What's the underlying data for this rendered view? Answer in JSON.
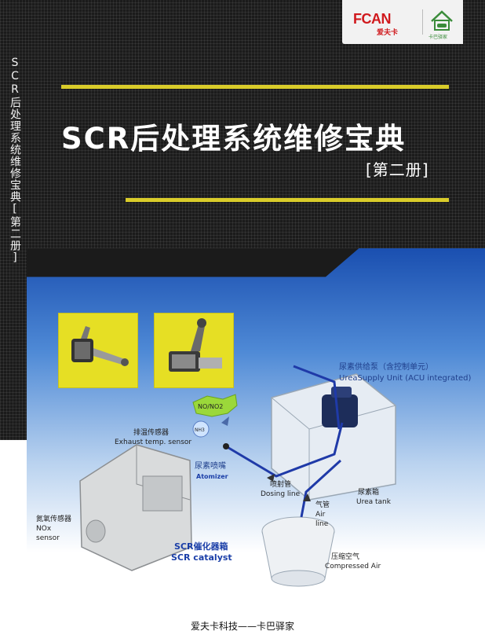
{
  "brand": {
    "logo_text": "FCAN",
    "logo_subtext": "爱夫卡",
    "partner_logo_text": "卡巴驿家"
  },
  "spine_text": "SCR后处理系统维修宝典[第二册]",
  "cover": {
    "title": "SCR后处理系统维修宝典",
    "volume": "[第二册]"
  },
  "diagram": {
    "labels": {
      "exhaust_temp_cn": "排温传感器",
      "exhaust_temp_en": "Exhaust temp. sensor",
      "nox_gas": "NO/NO2",
      "nh3": "NH3",
      "atomizer_cn": "尿素喷嘴",
      "atomizer_en": "Atomizer",
      "dosing_line_cn": "喷射管",
      "dosing_line_en": "Dosing line",
      "nox_sensor_cn": "氮氧传感器",
      "nox_sensor_en_1": "NOx",
      "nox_sensor_en_2": "sensor",
      "scr_catalyst_cn": "SCR催化器箱",
      "scr_catalyst_en": "SCR catalyst",
      "supply_unit_cn": "尿素供给泵（含控制单元）",
      "supply_unit_en": "UreaSupply Unit (ACU integrated)",
      "urea_tank_cn": "尿素箱",
      "urea_tank_en": "Urea tank",
      "air_line_cn": "气管",
      "air_line_en_1": "Air",
      "air_line_en_2": "line",
      "compressed_air_cn": "压缩空气",
      "compressed_air_en": "Compressed Air"
    },
    "colors": {
      "line_blue": "#1f3aa8",
      "photo_yellow": "#e6df24",
      "accent_yellow": "#d9cc2a"
    }
  },
  "footer": "爱夫卡科技——卡巴驿家"
}
